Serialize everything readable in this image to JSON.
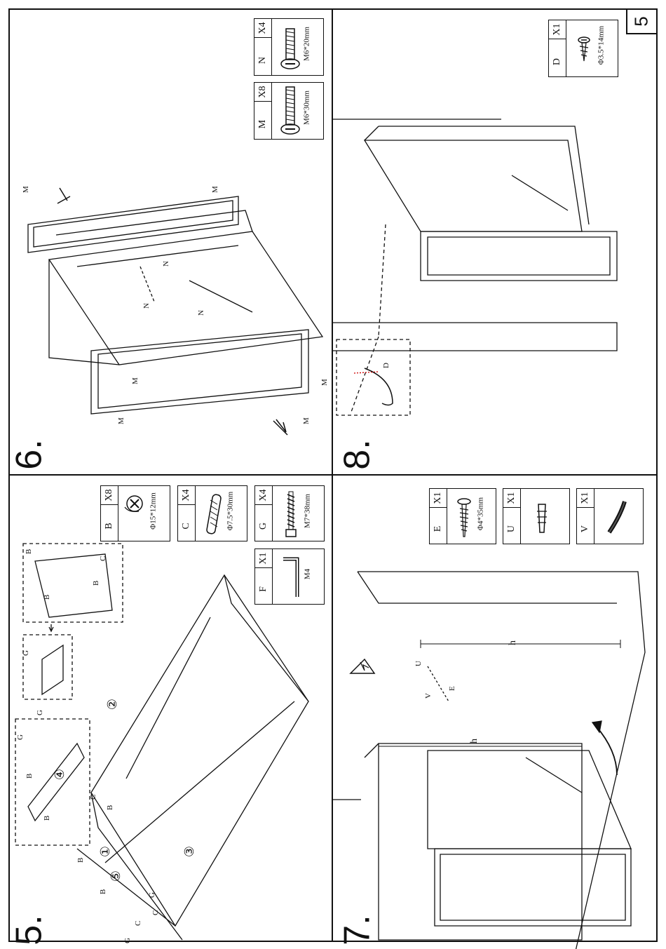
{
  "page_number": "5",
  "steps": [
    {
      "number": "5.",
      "parts": [
        {
          "letter": "B",
          "qty": "X8",
          "spec": "Φ15*12mm",
          "icon": "cam-lock-icon"
        },
        {
          "letter": "C",
          "qty": "X4",
          "spec": "Φ7.5*30mm",
          "icon": "wood-dowel-icon"
        },
        {
          "letter": "G",
          "qty": "X4",
          "spec": "M7*38mm",
          "icon": "cam-bolt-icon"
        },
        {
          "letter": "F",
          "qty": "X1",
          "spec": "M4",
          "icon": "allen-key-icon"
        }
      ],
      "panel_labels": [
        "①",
        "②",
        "③",
        "④",
        "⑤"
      ],
      "callouts": [
        "B",
        "C",
        "G"
      ]
    },
    {
      "number": "6.",
      "parts": [
        {
          "letter": "N",
          "qty": "X4",
          "spec": "M6*20mm",
          "icon": "hex-bolt-icon"
        },
        {
          "letter": "M",
          "qty": "X8",
          "spec": "M6*30mm",
          "icon": "hex-bolt-icon"
        }
      ],
      "callouts": [
        "M",
        "N"
      ]
    },
    {
      "number": "7.",
      "parts": [
        {
          "letter": "E",
          "qty": "X1",
          "spec": "Φ4*35mm",
          "icon": "wood-screw-icon"
        },
        {
          "letter": "U",
          "qty": "X1",
          "spec": "",
          "icon": "wall-plug-icon"
        },
        {
          "letter": "V",
          "qty": "X1",
          "spec": "",
          "icon": "strap-icon"
        }
      ],
      "dimension": "h",
      "callouts": [
        "U",
        "V",
        "E"
      ]
    },
    {
      "number": "8.",
      "parts": [
        {
          "letter": "D",
          "qty": "X1",
          "spec": "Φ3.5*14mm",
          "icon": "small-screw-icon"
        }
      ],
      "callouts": [
        "D"
      ]
    }
  ]
}
